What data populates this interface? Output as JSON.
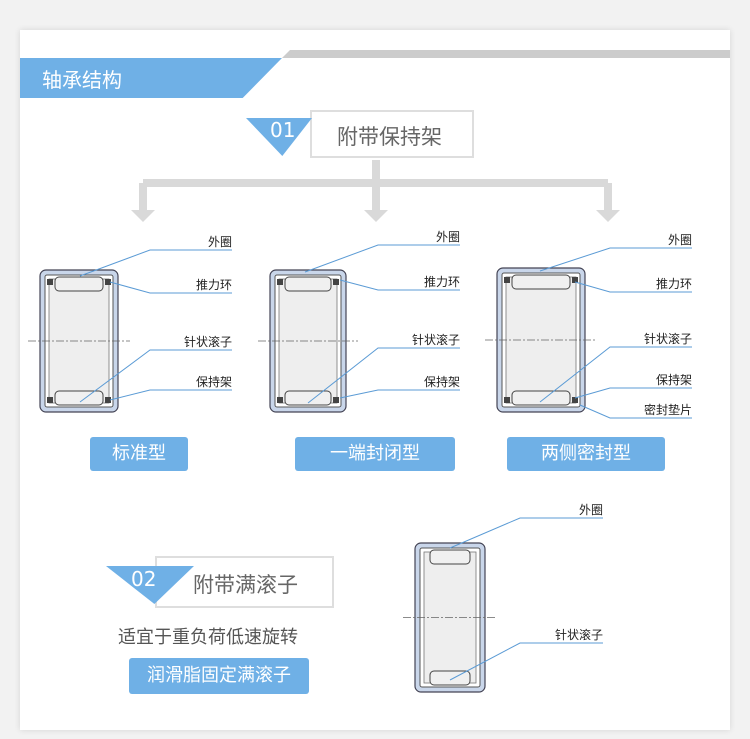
{
  "header": {
    "title": "轴承结构"
  },
  "section1": {
    "number": "01",
    "title": "附带保持架"
  },
  "section2": {
    "number": "02",
    "title": "附带满滚子",
    "description": "适宜于重负荷低速旋转",
    "tag": "润滑脂固定满滚子"
  },
  "types": [
    {
      "caption": "标准型",
      "labels": [
        "外圈",
        "推力环",
        "针状滚子",
        "保持架"
      ]
    },
    {
      "caption": "一端封闭型",
      "labels": [
        "外圈",
        "推力环",
        "针状滚子",
        "保持架"
      ]
    },
    {
      "caption": "两侧密封型",
      "labels": [
        "外圈",
        "推力环",
        "针状滚子",
        "保持架",
        "密封垫片"
      ]
    },
    {
      "caption": "",
      "labels": [
        "外圈",
        "针状滚子"
      ]
    }
  ],
  "colors": {
    "accent": "#6fb0e6",
    "ring": "#c9d6ea",
    "roller": "#f0f0f0",
    "leader": "#5b9bd5",
    "arrow": "#d9d9d9"
  }
}
